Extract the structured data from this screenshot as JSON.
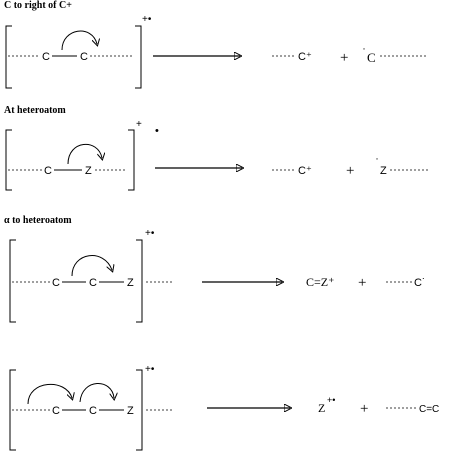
{
  "headings": {
    "top": "C to right of C+",
    "heteroatom": "At heteroatom",
    "alpha": "α to heteroatom"
  },
  "reactions": [
    {
      "reactant": {
        "atom1": "C",
        "atom2": "C",
        "charge": "+•"
      },
      "products": {
        "cation": "C⁺",
        "plus": "+",
        "radical_dot": "˙",
        "radical": "C"
      }
    },
    {
      "reactant": {
        "atom1": "C",
        "atom2": "Z",
        "charge": "+",
        "dot": "•"
      },
      "products": {
        "cation": "C⁺",
        "plus": "+",
        "radical_dot": "˙",
        "radical": "Z"
      }
    },
    {
      "reactant": {
        "atom1": "C",
        "atom2": "C",
        "atom3": "Z",
        "charge": "+•"
      },
      "products": {
        "cation": "C=Z⁺",
        "plus": "+",
        "radical": "C˙"
      }
    },
    {
      "reactant": {
        "atom1": "C",
        "atom2": "C",
        "atom3": "Z",
        "charge": "+•"
      },
      "products": {
        "cation": "Z",
        "cation_charge": "+•",
        "plus": "+",
        "alkene": "C=C"
      }
    }
  ]
}
